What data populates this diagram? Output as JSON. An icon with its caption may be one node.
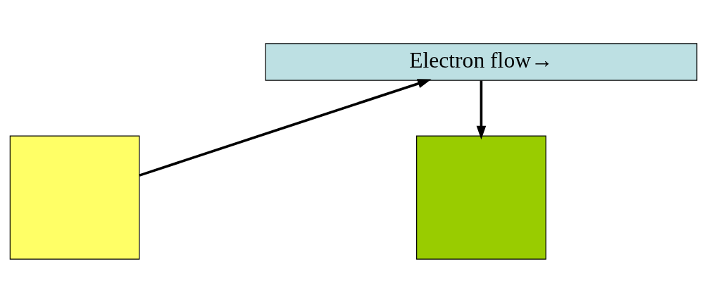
{
  "diagram": {
    "nodes": [
      {
        "text": [
          "Electron flow→"
        ]
      },
      {
        "text": [],
        "shape": "box"
      },
      {
        "text": [],
        "shape": "box"
      }
    ],
    "edges": [
      {
        "from": 1,
        "to": 0,
        "arrow": "to"
      },
      {
        "from": 0,
        "to": 2,
        "arrow": "to"
      }
    ]
  }
}
